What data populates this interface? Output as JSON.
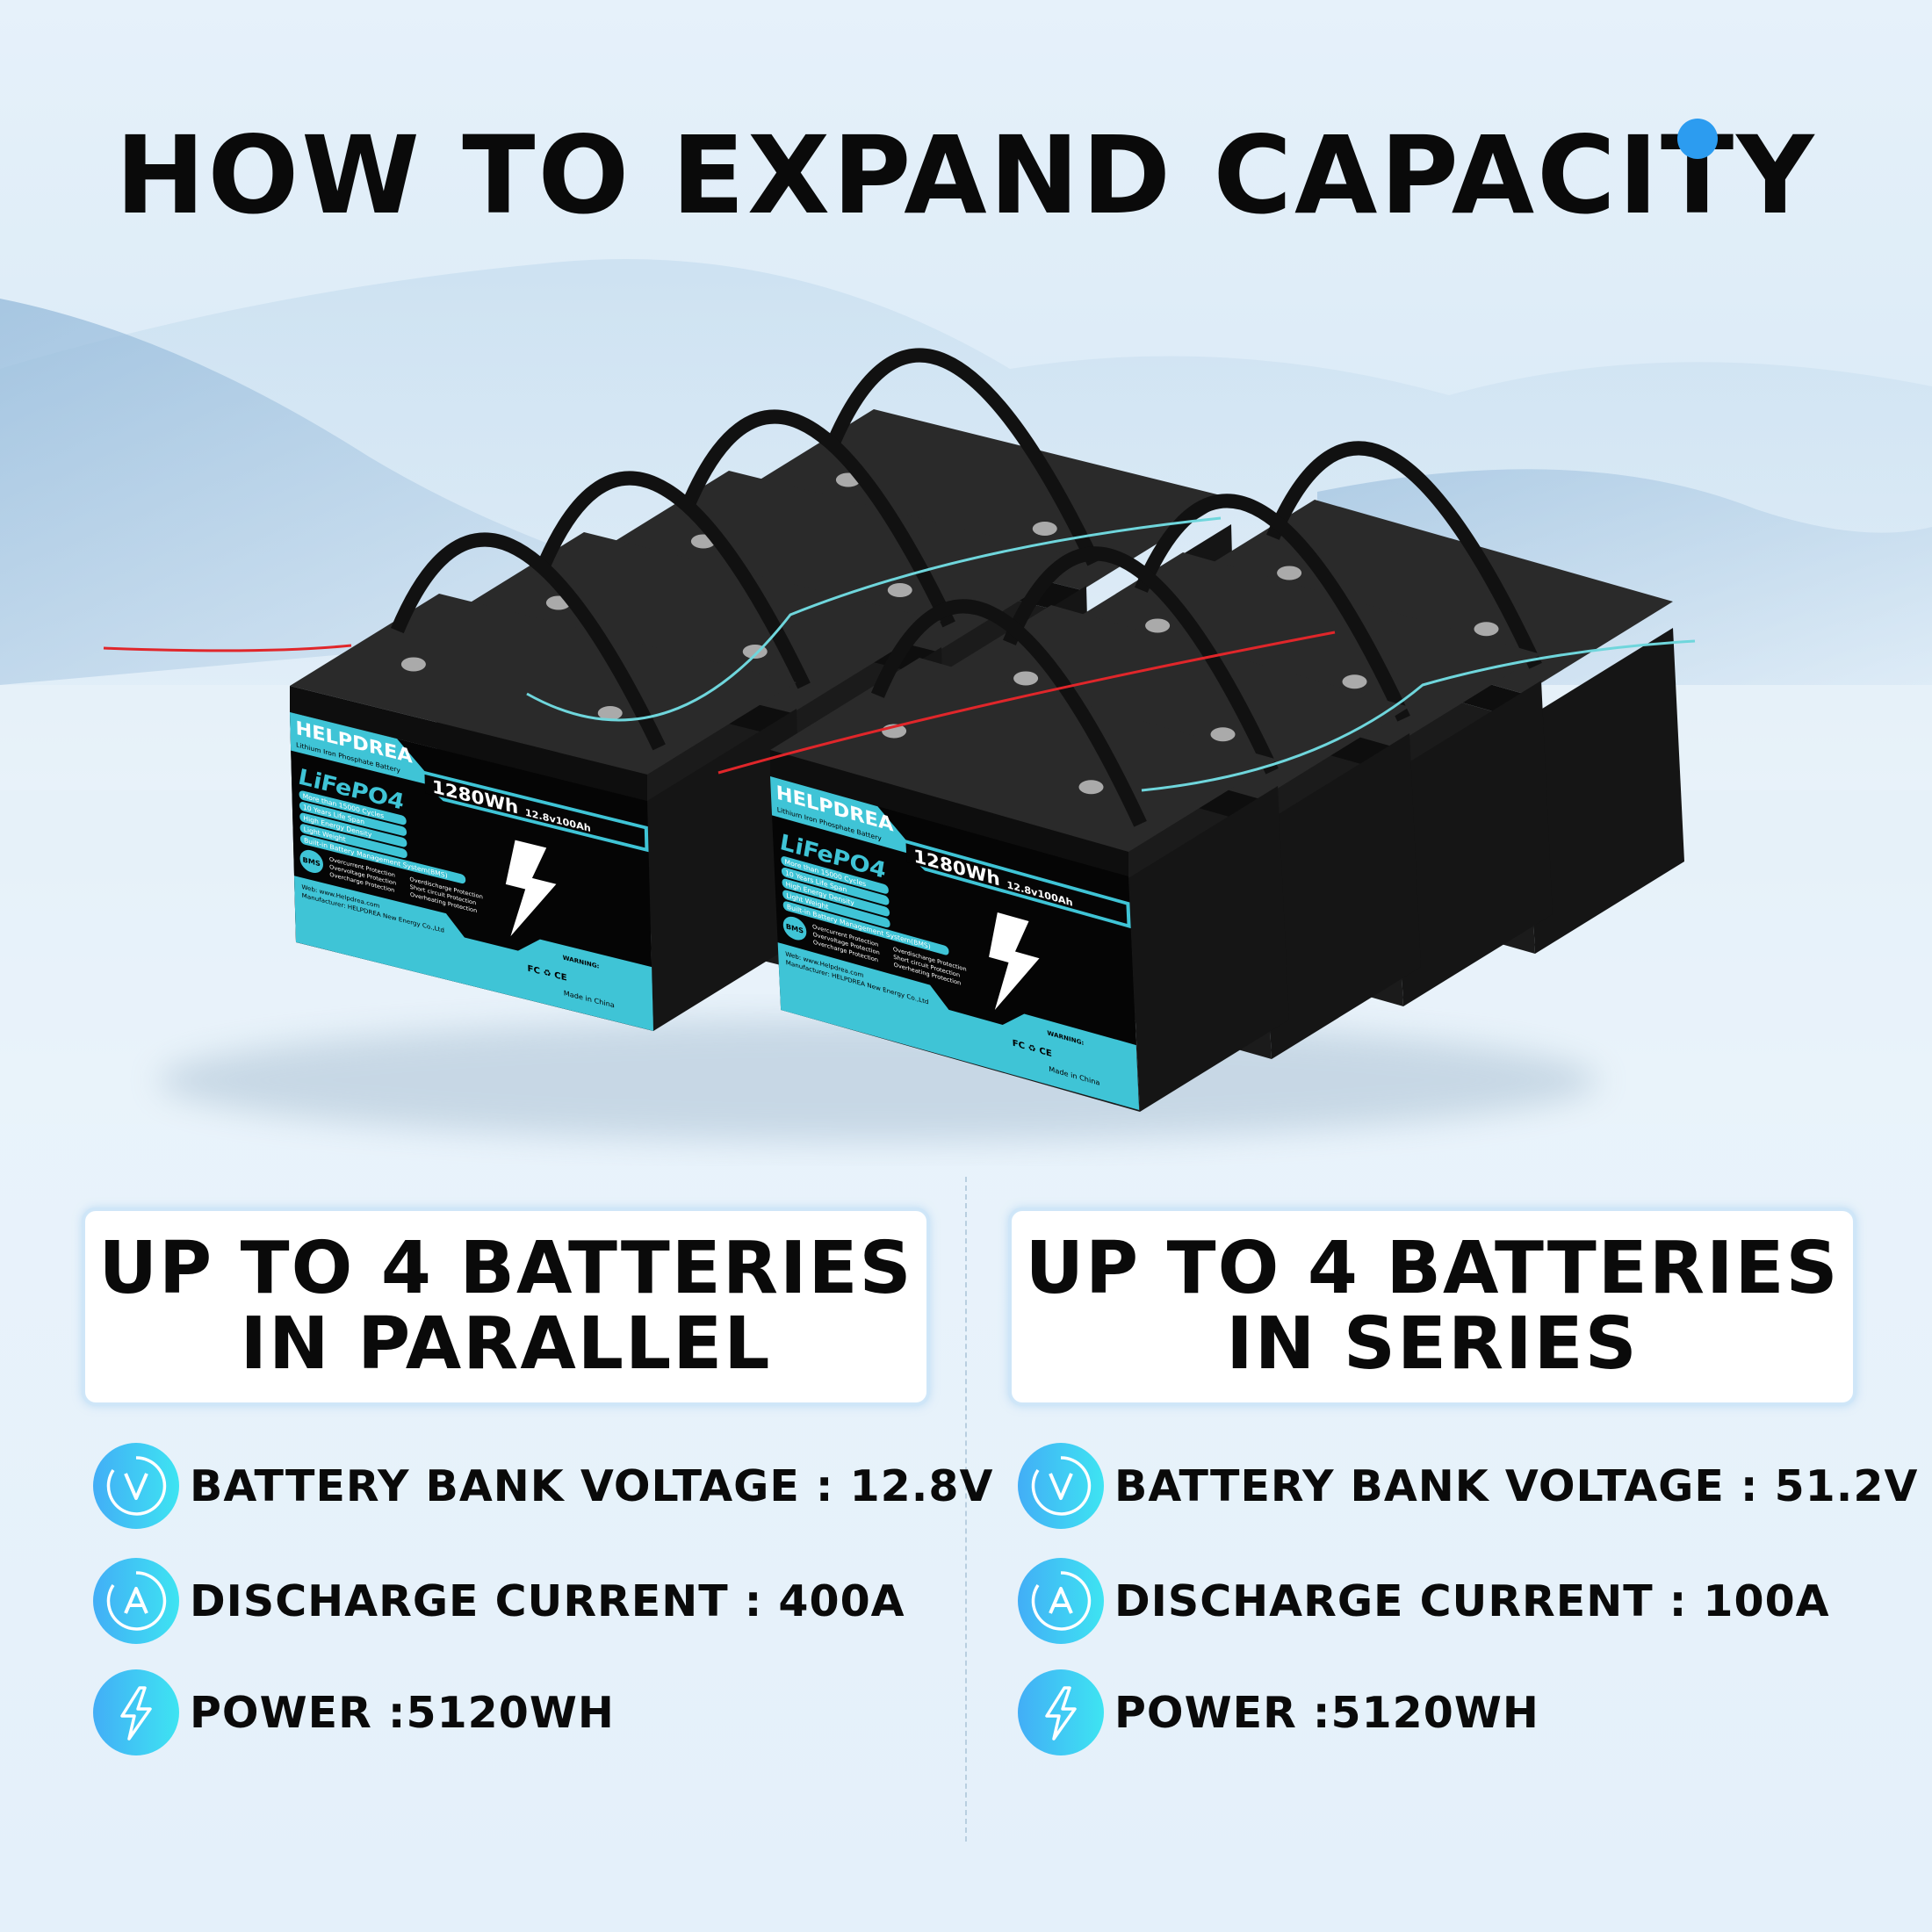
{
  "title": "HOW TO EXPAND CAPACITY",
  "colors": {
    "accent": "#2c9cf0",
    "cyan": "#3fc4d6",
    "battery_body": "#1a1a1a",
    "text": "#0a0a0a"
  },
  "battery_label": {
    "brand": "HELPDREA",
    "subtitle": "Lithium Iron Phosphate Battery",
    "chemistry": "LiFePO4",
    "energy": "1280Wh",
    "spec": "12.8v100Ah",
    "features": [
      "More than 15000 Cycles",
      "10 Years Life Span",
      "High Energy Density",
      "Light Weight",
      "Built-in Battery Management System(BMS)"
    ],
    "bms": "BMS",
    "protections": [
      "Overcurrent Protection",
      "Overvoltage Protection",
      "Overcharge Protection",
      "Overdischarge Protection",
      "Short circuit Protection",
      "Overheating Protection"
    ],
    "web": "Web: www.Helpdrea.com",
    "manufacturer": "Manufacturer: HELPDREA New Energy Co.,Ltd",
    "warning": "WARNING:",
    "origin": "Made in China",
    "cert": "FC  ♻  CE"
  },
  "parallel": {
    "heading_line1": "UP TO 4 BATTERIES",
    "heading_line2": "IN PARALLEL",
    "specs": [
      {
        "icon": "voltage-icon",
        "glyph": "V",
        "text": "BATTERY BANK VOLTAGE : 12.8V"
      },
      {
        "icon": "current-icon",
        "glyph": "A",
        "text": "DISCHARGE CURRENT : 400A"
      },
      {
        "icon": "power-icon",
        "glyph": "bolt",
        "text": "POWER :5120WH"
      }
    ]
  },
  "series": {
    "heading_line1": "UP TO 4 BATTERIES",
    "heading_line2": "IN SERIES",
    "specs": [
      {
        "icon": "voltage-icon",
        "glyph": "V",
        "text": "BATTERY BANK VOLTAGE : 51.2V"
      },
      {
        "icon": "current-icon",
        "glyph": "A",
        "text": "DISCHARGE CURRENT : 100A"
      },
      {
        "icon": "power-icon",
        "glyph": "bolt",
        "text": "POWER :5120WH"
      }
    ]
  }
}
